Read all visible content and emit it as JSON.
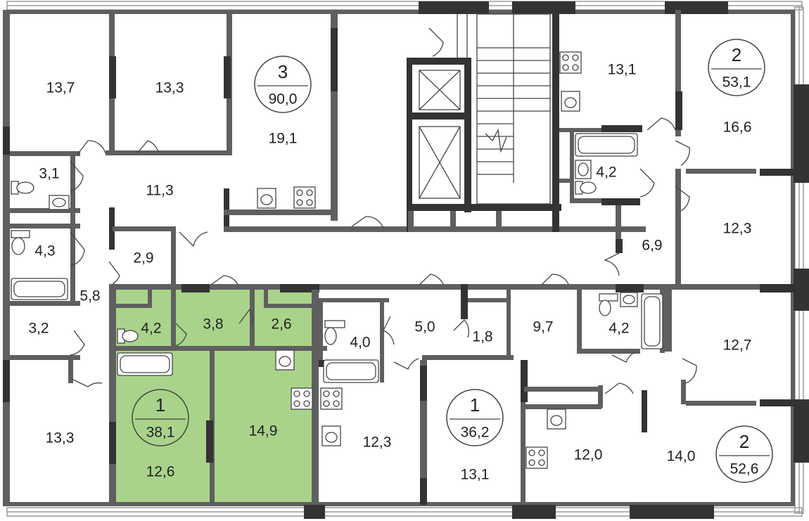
{
  "colors": {
    "wall": "#5f5f5f",
    "wall_dark": "#333333",
    "window_frame": "#9a9a9a",
    "highlight_fill": "#a9d38a",
    "highlight_stroke": "#6fa65a",
    "line": "#444444",
    "background": "#ffffff"
  },
  "apartments": [
    {
      "id": "apt-3-rooms",
      "rooms": "3",
      "area": "90,0",
      "highlighted": false
    },
    {
      "id": "apt-2-rooms-top",
      "rooms": "2",
      "area": "53,1",
      "highlighted": false
    },
    {
      "id": "apt-1-room-highlighted",
      "rooms": "1",
      "area": "38,1",
      "highlighted": true
    },
    {
      "id": "apt-1-room-center",
      "rooms": "1",
      "area": "36,2",
      "highlighted": false
    },
    {
      "id": "apt-2-rooms-bottom",
      "rooms": "2",
      "area": "52,6",
      "highlighted": false
    }
  ],
  "room_areas": [
    "13,7",
    "13,3",
    "19,1",
    "13,1",
    "16,6",
    "3,1",
    "11,3",
    "4,2",
    "12,3",
    "4,3",
    "2,9",
    "6,9",
    "5,8",
    "3,2",
    "4,2",
    "3,8",
    "2,6",
    "4,0",
    "5,0",
    "1,8",
    "9,7",
    "4,2",
    "12,7",
    "13,3",
    "14,9",
    "12,3",
    "12,6",
    "13,1",
    "12,0",
    "14,0"
  ],
  "icons": [
    "toilet-icon",
    "sink-icon",
    "bathtub-icon",
    "stove-icon",
    "elevator-icon",
    "staircase-icon",
    "door-swing-icon",
    "window-icon"
  ]
}
